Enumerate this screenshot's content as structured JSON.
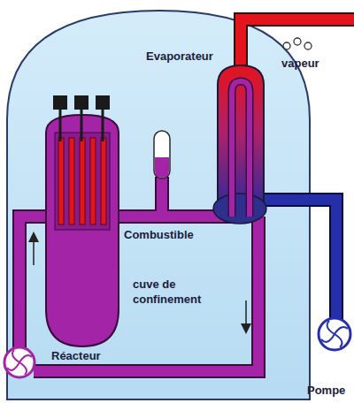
{
  "diagram": {
    "labels": [
      "Evaporateur",
      "vapeur",
      "Combustible",
      "cuve de confinement",
      "Réacteur",
      "Pompe"
    ]
  }
}
